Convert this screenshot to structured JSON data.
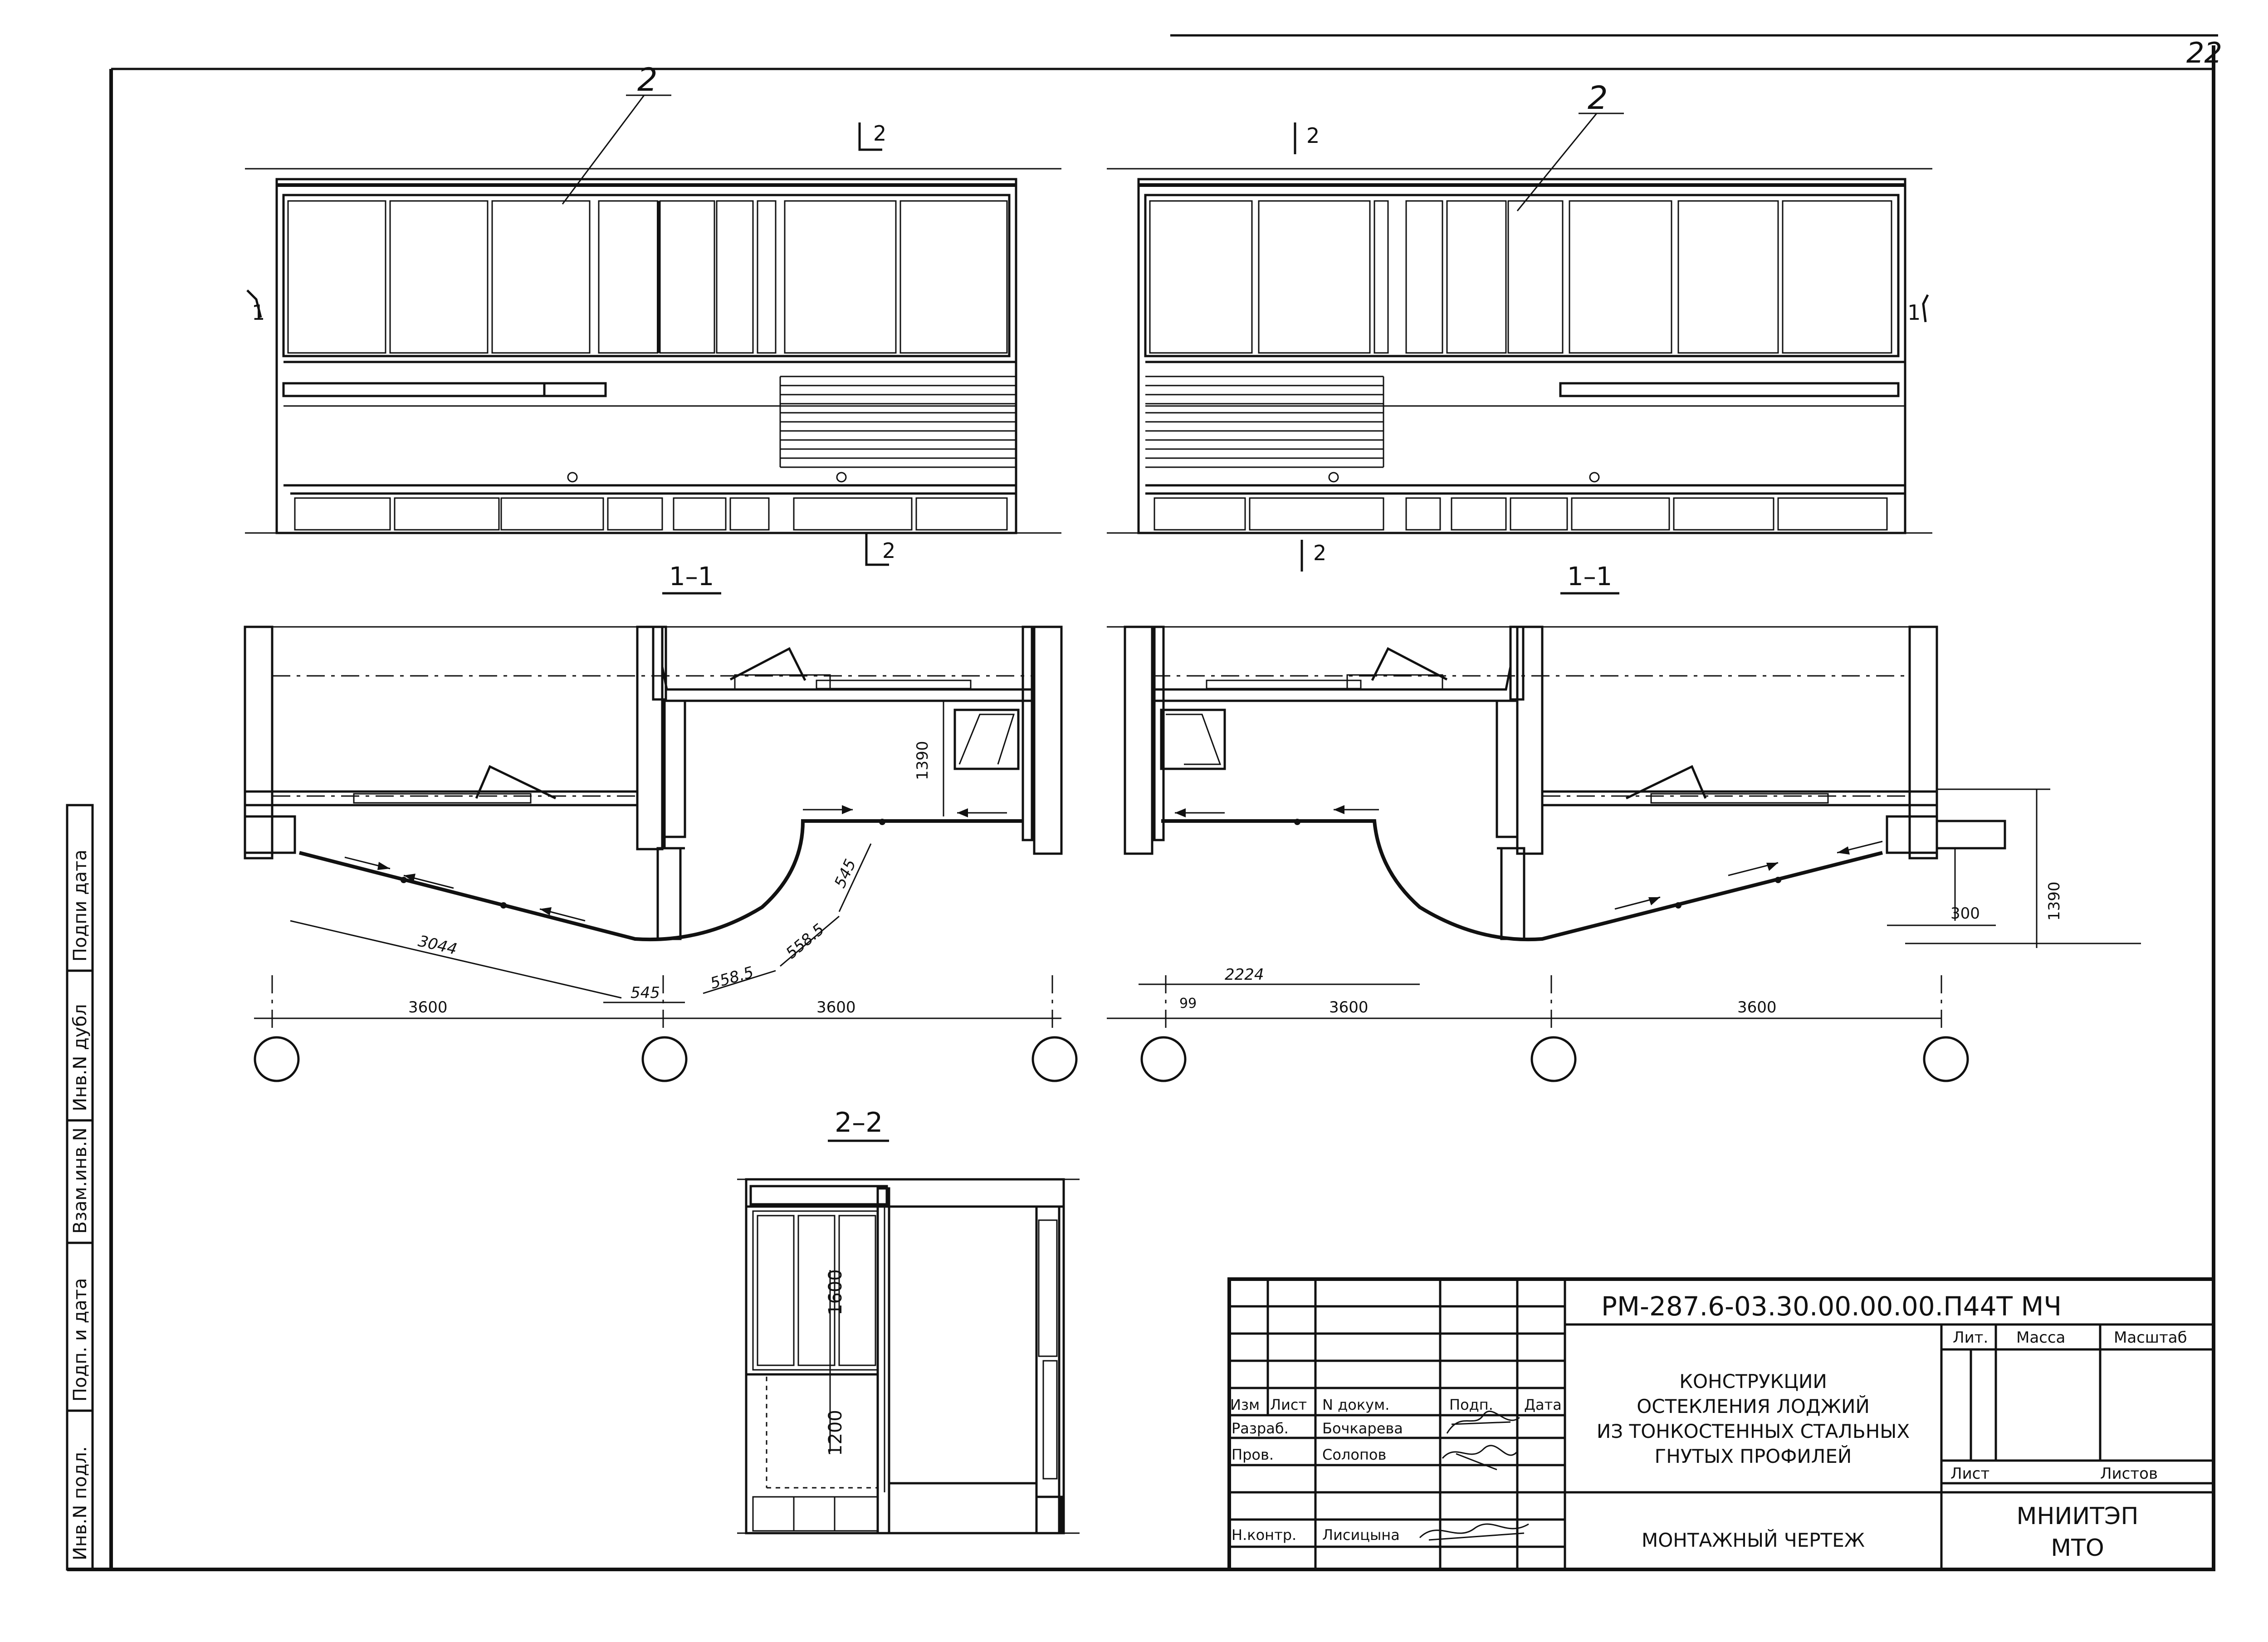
{
  "sheet": {
    "page_number": "22",
    "side_stamp": [
      "Подпи дата",
      "Инв.N дубл",
      "Взам.инв.N",
      "Подп. и дата",
      "Инв.N подл."
    ]
  },
  "elevation_left": {
    "section_mark_2": "2",
    "section_mark_1": "1",
    "callout": "2"
  },
  "elevation_right": {
    "section_mark_2": "2",
    "section_mark_1": "1",
    "callout": "2"
  },
  "plan_left": {
    "title": "1–1",
    "dims": [
      "1390",
      "545",
      "558.5",
      "3044",
      "545",
      "558.5",
      "3600",
      "3600"
    ]
  },
  "plan_right": {
    "title": "1–1",
    "dims": [
      "1390",
      "300",
      "2224",
      "99",
      "3600",
      "3600"
    ]
  },
  "section_2": {
    "title": "2–2",
    "dims": [
      "1600",
      "1200"
    ]
  },
  "title_block": {
    "doc_code": "РМ-287.6-03.30.00.00.00.П44Т МЧ",
    "title": [
      "КОНСТРУКЦИИ",
      "ОСТЕКЛЕНИЯ ЛОДЖИЙ",
      "ИЗ ТОНКОСТЕННЫХ СТАЛЬНЫХ",
      "ГНУТЫХ ПРОФИЛЕЙ"
    ],
    "drawing_type": "МОНТАЖНЫЙ ЧЕРТЕЖ",
    "org": [
      "МНИИТЭП",
      "МТО"
    ],
    "header_cols": [
      "Изм",
      "Лист",
      "N докум.",
      "Подп.",
      "Дата"
    ],
    "roles": [
      {
        "role": "Разраб.",
        "name": "Бочкарева"
      },
      {
        "role": "Пров.",
        "name": "Солопов"
      },
      {
        "role": "Н.контр.",
        "name": "Лисицына"
      }
    ],
    "lit_label": "Лит.",
    "mass_label": "Масса",
    "scale_label": "Масштаб",
    "sheet_label": "Лист",
    "sheets_label": "Листов"
  }
}
